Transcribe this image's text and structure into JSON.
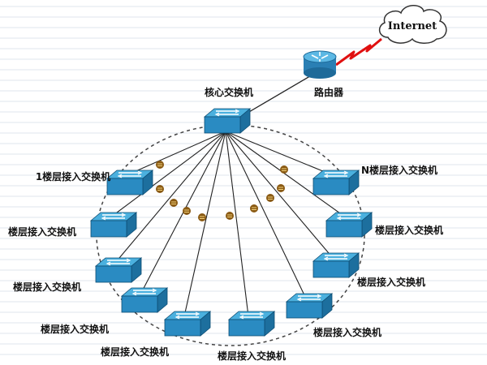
{
  "cloud": {
    "label": "Internet"
  },
  "router": {
    "label": "路由器"
  },
  "core_switch": {
    "label": "核心交换机"
  },
  "access_switches": [
    {
      "label": "1楼层接入交换机"
    },
    {
      "label": "楼层接入交换机"
    },
    {
      "label": "楼层接入交换机"
    },
    {
      "label": "楼层接入交换机"
    },
    {
      "label": "楼层接入交换机"
    },
    {
      "label": "楼层接入交换机"
    },
    {
      "label": "楼层接入交换机"
    },
    {
      "label": "楼层接入交换机"
    },
    {
      "label": "楼层接入交换机"
    },
    {
      "label": "N楼层接入交换机"
    }
  ],
  "colors": {
    "switch_top": "#4bb0de",
    "switch_side": "#1d6f9e",
    "switch_front": "#2a8bc2",
    "router_body": "#3a8fc4",
    "lightning": "#e01010",
    "link": "#222222",
    "ring": "#444444",
    "connector": "#8a5a14",
    "lined_background": "#dfe4ee"
  }
}
